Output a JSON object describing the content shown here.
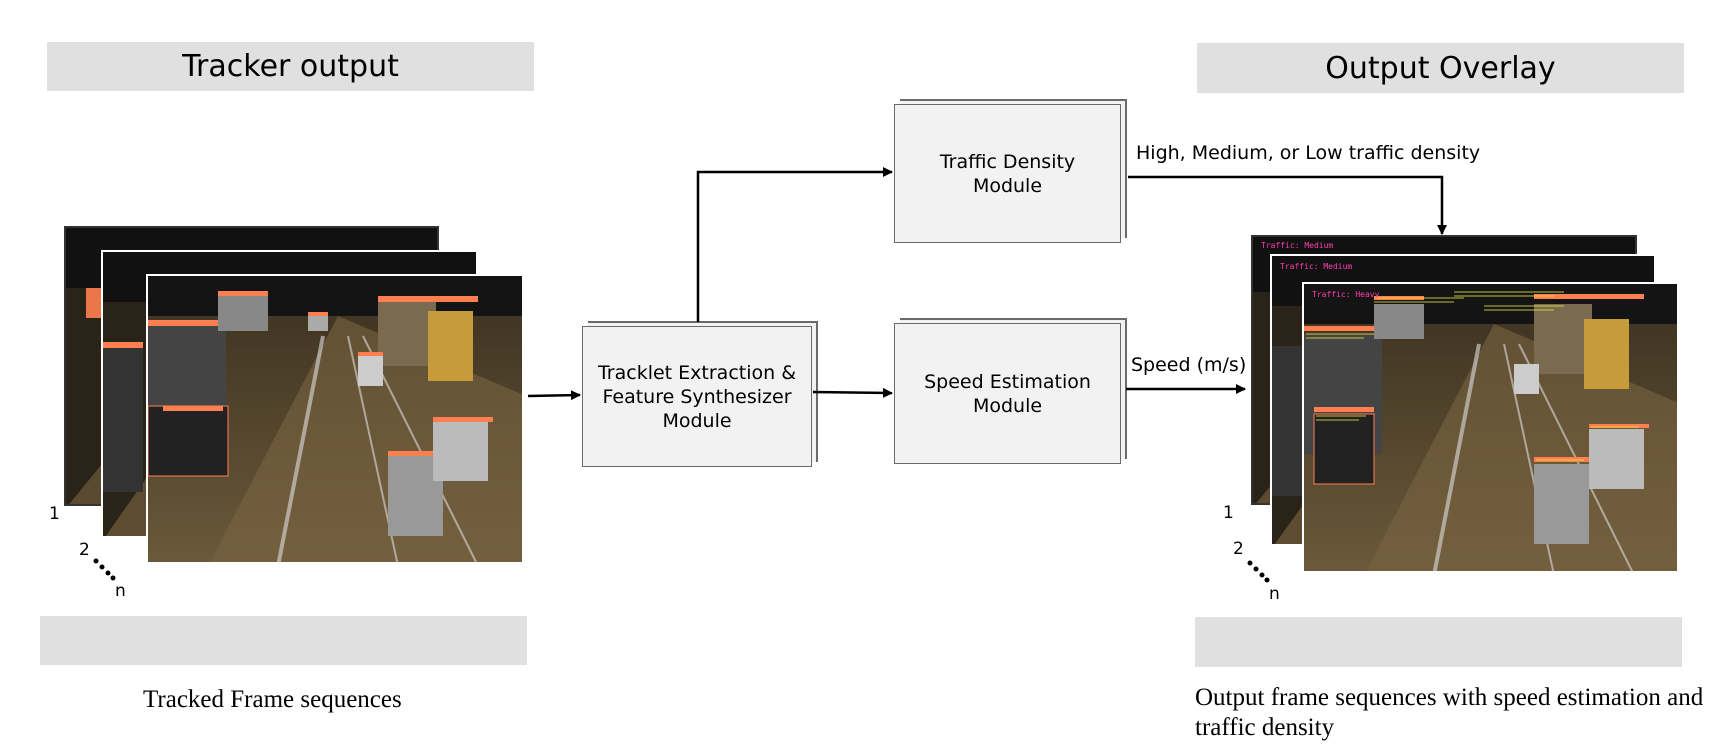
{
  "tracker_output_title": "Tracker output",
  "output_overlay_title": "Output Overlay",
  "modules": {
    "tracklet": "Tracklet Extraction &\nFeature Synthesizer\nModule",
    "density": "Traffic Density\nModule",
    "speed": "Speed Estimation\nModule"
  },
  "edge_labels": {
    "density_out": "High, Medium, or Low traffic density",
    "speed_out": "Speed (m/s)"
  },
  "left_stack": {
    "frame_1": "1",
    "frame_2": "2",
    "frame_n": "n",
    "caption": "Tracked Frame sequences"
  },
  "right_stack": {
    "frame_1": "1",
    "frame_2": "2",
    "frame_n": "n",
    "caption": "Output frame sequences with speed estimation and traffic density",
    "frame_tags": [
      "Traffic: Medium",
      "Traffic: Medium",
      "Traffic: Heavy"
    ]
  },
  "colors": {
    "banner": "#e0e0e0",
    "module_fill": "#f2f2f2",
    "box_color": "#ff7f50",
    "overlay_tag": "#ff3fb0"
  }
}
